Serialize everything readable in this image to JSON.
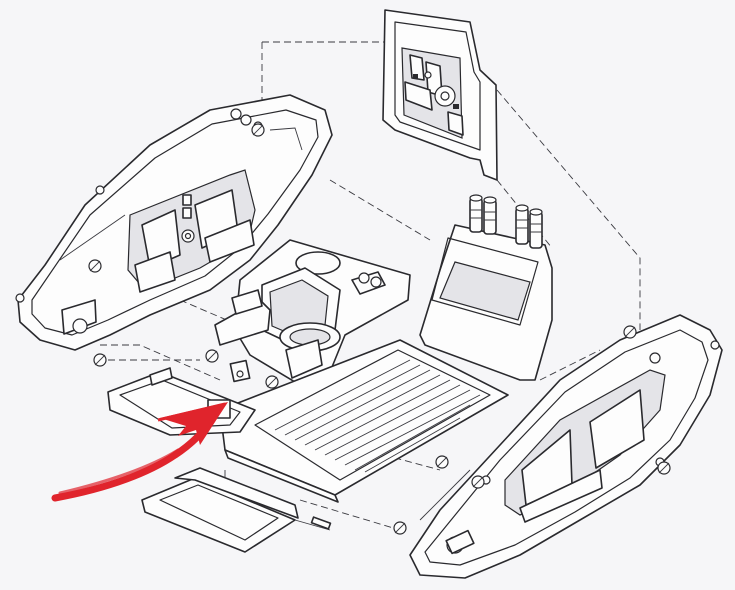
{
  "diagram": {
    "kind": "exploded assembly illustration",
    "colors": {
      "line": "#2a2a2e",
      "paper": "#f6f6f8",
      "arrow": "#e0242c"
    },
    "parts": [
      "left-side-panel",
      "upper-control-panel",
      "seat-console",
      "cockpit-tub",
      "floor-grate",
      "lower-tray",
      "right-side-panel",
      "red-arrow"
    ]
  }
}
